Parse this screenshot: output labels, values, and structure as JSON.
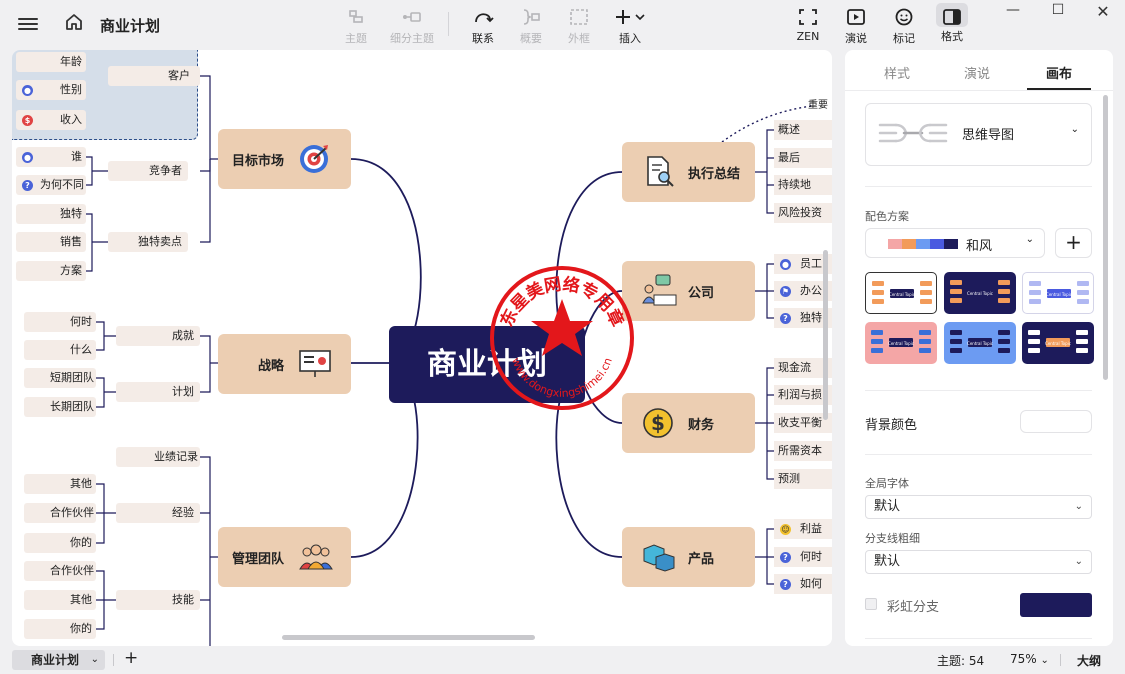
{
  "app": {
    "title": "商业计划",
    "menu_icon": "menu-icon",
    "home_icon": "home-icon"
  },
  "toolbar": {
    "theme": "主题",
    "subtopic": "细分主题",
    "relation": "联系",
    "summary": "概要",
    "boundary": "外框",
    "insert": "插入",
    "zen": "ZEN",
    "pitch": "演说",
    "marker": "标记",
    "format": "格式"
  },
  "mindmap": {
    "central": "商业计划",
    "left": [
      {
        "title": "目标市场",
        "icon": "target-icon",
        "groups": [
          {
            "label": "客户",
            "items": [
              "年龄",
              "性别",
              "收入"
            ]
          },
          {
            "label": "竞争者",
            "items": [
              "谁",
              "为何不同"
            ]
          },
          {
            "label": "独特卖点",
            "items": [
              "独特",
              "销售",
              "方案"
            ]
          }
        ]
      },
      {
        "title": "战略",
        "icon": "presentation-icon",
        "groups": [
          {
            "label": "成就",
            "items": [
              "何时",
              "什么"
            ]
          },
          {
            "label": "计划",
            "items": [
              "短期团队",
              "长期团队"
            ]
          }
        ]
      },
      {
        "title": "管理团队",
        "icon": "team-icon",
        "groups": [
          {
            "label": "业绩记录",
            "items": []
          },
          {
            "label": "经验",
            "items": [
              "其他",
              "合作伙伴",
              "你的"
            ]
          },
          {
            "label": "技能",
            "items": [
              "合作伙伴",
              "其他",
              "你的"
            ]
          }
        ]
      }
    ],
    "right": [
      {
        "title": "执行总结",
        "icon": "document-search-icon",
        "items": [
          "概述",
          "最后",
          "持续地",
          "风险投资"
        ],
        "link_text": "重要"
      },
      {
        "title": "公司",
        "icon": "meeting-icon",
        "items": [
          "员工",
          "办公",
          "独特"
        ]
      },
      {
        "title": "财务",
        "icon": "dollar-icon",
        "items": [
          "现金流",
          "利润与损",
          "收支平衡",
          "所需资本",
          "预测"
        ]
      },
      {
        "title": "产品",
        "icon": "boxes-icon",
        "items": [
          "利益",
          "何时",
          "如何"
        ]
      }
    ]
  },
  "watermark": {
    "arc_text": "东星美网络专用章",
    "url": "www.dongxingshimei.cn"
  },
  "panel": {
    "tabs": [
      "样式",
      "演说",
      "画布"
    ],
    "active_tab": "画布",
    "structure": "思维导图",
    "color_scheme_label": "配色方案",
    "color_scheme": "和风",
    "scheme_colors": [
      "#f4a6a6",
      "#f29b5a",
      "#6c9bf2",
      "#4a5ae0",
      "#1d1b5b"
    ],
    "themes_preview_text": "Central Topic",
    "bg_color_label": "背景颜色",
    "font_label": "全局字体",
    "font_value": "默认",
    "line_label": "分支线粗细",
    "line_value": "默认",
    "rainbow_label": "彩虹分支",
    "branch_color": "#1d1b5b"
  },
  "status": {
    "sheet": "商业计划",
    "topics": "主题: 54",
    "zoom": "75%",
    "outline": "大纲"
  }
}
